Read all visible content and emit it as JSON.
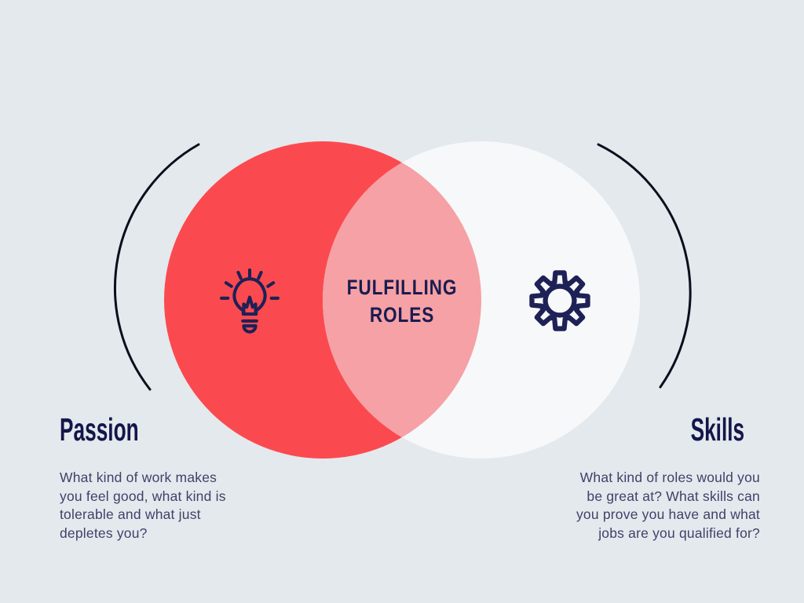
{
  "colors": {
    "background": "#e4e9ed",
    "passion_red": "#fb4a4f",
    "skills_white": "#f7f8f9",
    "overlap_pink": "#f5a1a6",
    "icon_navy": "#1e2156",
    "heading_navy": "#14164a",
    "body_text": "#3f416a",
    "arc_line": "#0b0e1c"
  },
  "center": {
    "title_line1": "FULFILLING",
    "title_line2": "ROLES"
  },
  "left_section": {
    "label": "Passion",
    "icon": "lightbulb-icon",
    "description_lines": [
      "What kind of work makes",
      "you feel good, what kind is",
      "tolerable and what just",
      "depletes you?"
    ]
  },
  "right_section": {
    "label": "Skills",
    "icon": "gear-icon",
    "description_lines": [
      "What kind of roles would you",
      "be great at? What skills can",
      "you prove you have and what",
      "jobs are you qualified for?"
    ]
  }
}
